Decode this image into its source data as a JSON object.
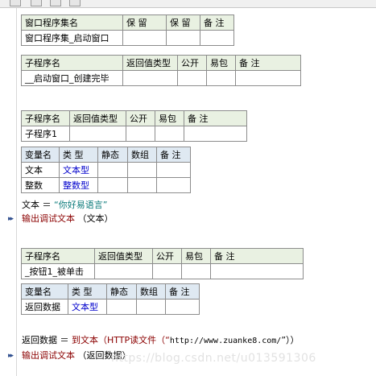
{
  "table1": {
    "headers": [
      "窗口程序集名",
      "保 留",
      "保 留",
      "备 注"
    ],
    "row": [
      "窗口程序集_启动窗口",
      "",
      "",
      ""
    ]
  },
  "table2": {
    "headers": [
      "子程序名",
      "返回值类型",
      "公开",
      "易包",
      "备 注"
    ],
    "row": [
      "__启动窗口_创建完毕",
      "",
      "",
      "",
      ""
    ]
  },
  "table3": {
    "headers": [
      "子程序名",
      "返回值类型",
      "公开",
      "易包",
      "备 注"
    ],
    "row": [
      "子程序1",
      "",
      "",
      "",
      ""
    ]
  },
  "vars1": {
    "headers": [
      "变量名",
      "类 型",
      "静态",
      "数组",
      "备 注"
    ],
    "rows": [
      [
        "文本",
        "文本型",
        "",
        "",
        ""
      ],
      [
        "整数",
        "整数型",
        "",
        "",
        ""
      ]
    ]
  },
  "code1": {
    "assign_var": "文本",
    "assign_op": "＝",
    "assign_value": "“你好易语言”",
    "output_cmd": "输出调试文本",
    "output_args": "（文本）"
  },
  "table4": {
    "headers": [
      "子程序名",
      "返回值类型",
      "公开",
      "易包",
      "备 注"
    ],
    "row": [
      "_按钮1_被单击",
      "",
      "",
      "",
      ""
    ]
  },
  "vars2": {
    "headers": [
      "变量名",
      "类 型",
      "静态",
      "数组",
      "备 注"
    ],
    "rows": [
      [
        "返回数据",
        "文本型",
        "",
        "",
        ""
      ]
    ]
  },
  "code2": {
    "assign_var": "返回数据",
    "assign_op": "＝",
    "func_cmd": "到文本",
    "func_inner": "（HTTP读文件（“",
    "url": "http://www.zuanke8.com/",
    "func_close": "”））",
    "output_cmd": "输出调试文本",
    "output_args": "（返回数据）"
  },
  "watermark": "https://blog.csdn.net/u013591306"
}
